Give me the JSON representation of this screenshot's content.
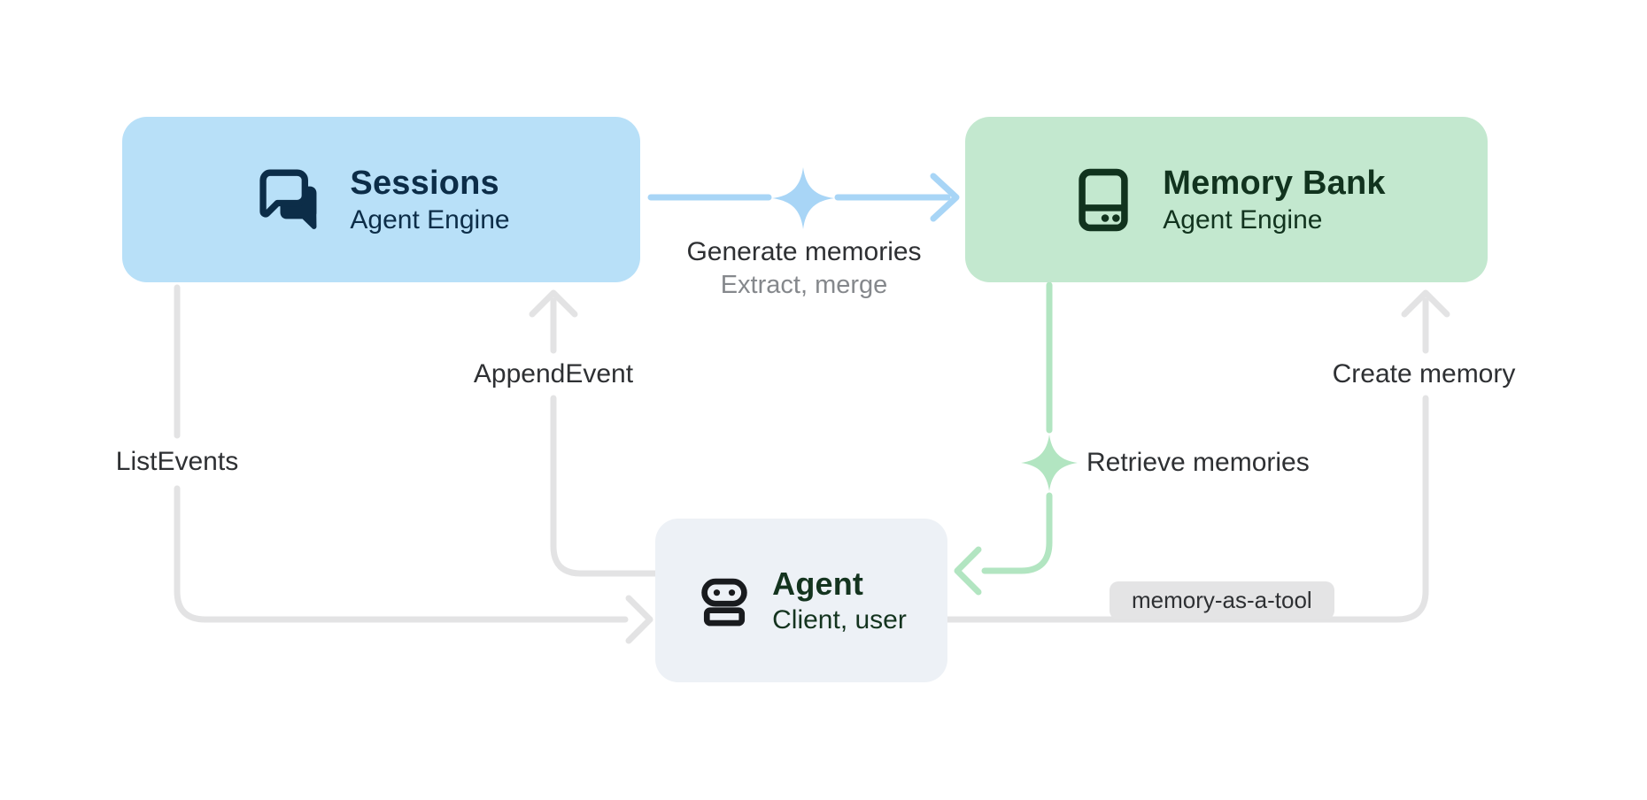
{
  "diagram": {
    "nodes": {
      "sessions": {
        "title": "Sessions",
        "subtitle": "Agent Engine",
        "color": "#b8e0f8",
        "text_color": "#0c2d48",
        "icon": "chat-bubbles-icon"
      },
      "memory_bank": {
        "title": "Memory Bank",
        "subtitle": "Agent Engine",
        "color": "#c3e8cf",
        "text_color": "#11331e",
        "icon": "storage-icon"
      },
      "agent": {
        "title": "Agent",
        "subtitle": "Client, user",
        "color": "#edf1f6",
        "text_color": "#14341f",
        "icon": "robot-icon"
      }
    },
    "edges": {
      "generate_memories": {
        "from": "sessions",
        "to": "memory_bank",
        "label": "Generate memories",
        "sublabel": "Extract, merge",
        "color": "#a8d5f6",
        "sparkle": true
      },
      "append_event": {
        "from": "agent",
        "to": "sessions",
        "label": "AppendEvent",
        "color": "#e3e3e4"
      },
      "list_events": {
        "from": "sessions",
        "to": "agent",
        "label": "ListEvents",
        "color": "#e3e3e4"
      },
      "retrieve_memories": {
        "from": "memory_bank",
        "to": "agent",
        "label": "Retrieve memories",
        "color": "#b2e5c1",
        "sparkle": true
      },
      "create_memory": {
        "from": "agent",
        "to": "memory_bank",
        "label": "Create memory",
        "badge": "memory-as-a-tool",
        "color": "#e3e3e4"
      }
    }
  }
}
